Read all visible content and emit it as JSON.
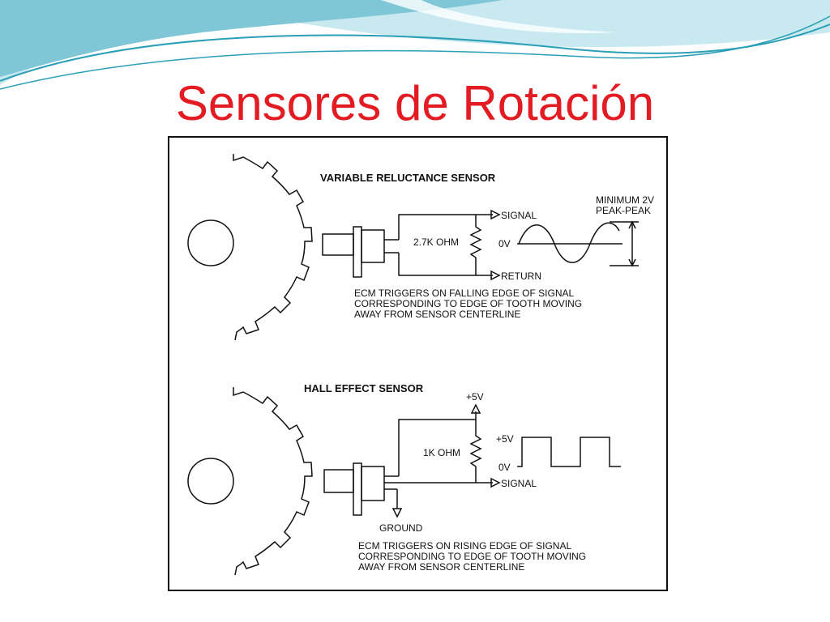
{
  "slide": {
    "title": "Sensores de Rotación",
    "title_color": "#e31c23",
    "banner_colors": [
      "#7fc6d6",
      "#2a9fb7",
      "#c9e9f0"
    ]
  },
  "vr_sensor": {
    "heading": "VARIABLE RELUCTANCE SENSOR",
    "resistor": "2.7K OHM",
    "signal": "SIGNAL",
    "return": "RETURN",
    "zero": "0V",
    "peak_line1": "MINIMUM 2V",
    "peak_line2": "PEAK-PEAK",
    "note_line1": "ECM TRIGGERS ON FALLING EDGE OF SIGNAL",
    "note_line2": "CORRESPONDING TO EDGE OF TOOTH MOVING",
    "note_line3": "AWAY FROM SENSOR CENTERLINE"
  },
  "hall_sensor": {
    "heading": "HALL EFFECT SENSOR",
    "supply": "+5V",
    "resistor": "1K OHM",
    "high": "+5V",
    "zero": "0V",
    "signal": "SIGNAL",
    "ground": "GROUND",
    "note_line1": "ECM TRIGGERS ON RISING EDGE OF SIGNAL",
    "note_line2": "CORRESPONDING TO EDGE OF TOOTH MOVING",
    "note_line3": "AWAY FROM SENSOR CENTERLINE"
  }
}
